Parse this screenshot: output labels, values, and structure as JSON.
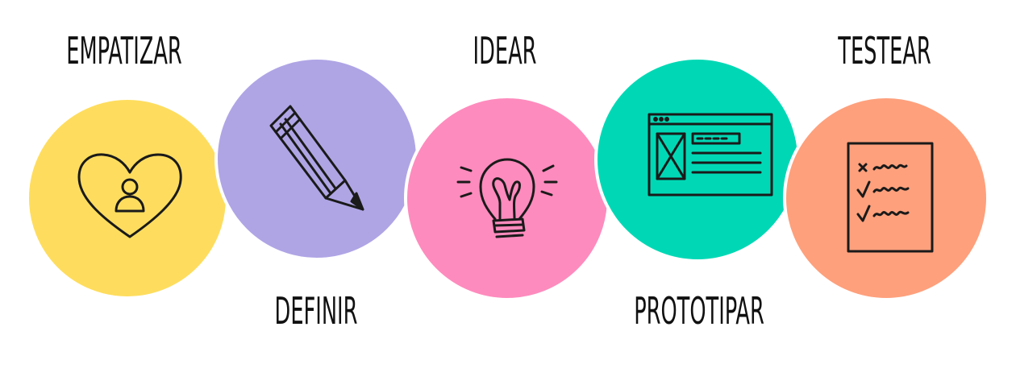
{
  "steps": [
    {
      "id": "empatizar",
      "label": "EMPATIZAR",
      "color": "#FEDD5E",
      "icon": "heart-person-icon"
    },
    {
      "id": "definir",
      "label": "DEFINIR",
      "color": "#AFA5E5",
      "icon": "pencil-icon"
    },
    {
      "id": "idear",
      "label": "IDEAR",
      "color": "#FE8BBD",
      "icon": "lightbulb-icon"
    },
    {
      "id": "prototipar",
      "label": "PROTOTIPAR",
      "color": "#00D8B5",
      "icon": "wireframe-icon"
    },
    {
      "id": "testear",
      "label": "TESTEAR",
      "color": "#FEA07C",
      "icon": "checklist-icon"
    }
  ]
}
